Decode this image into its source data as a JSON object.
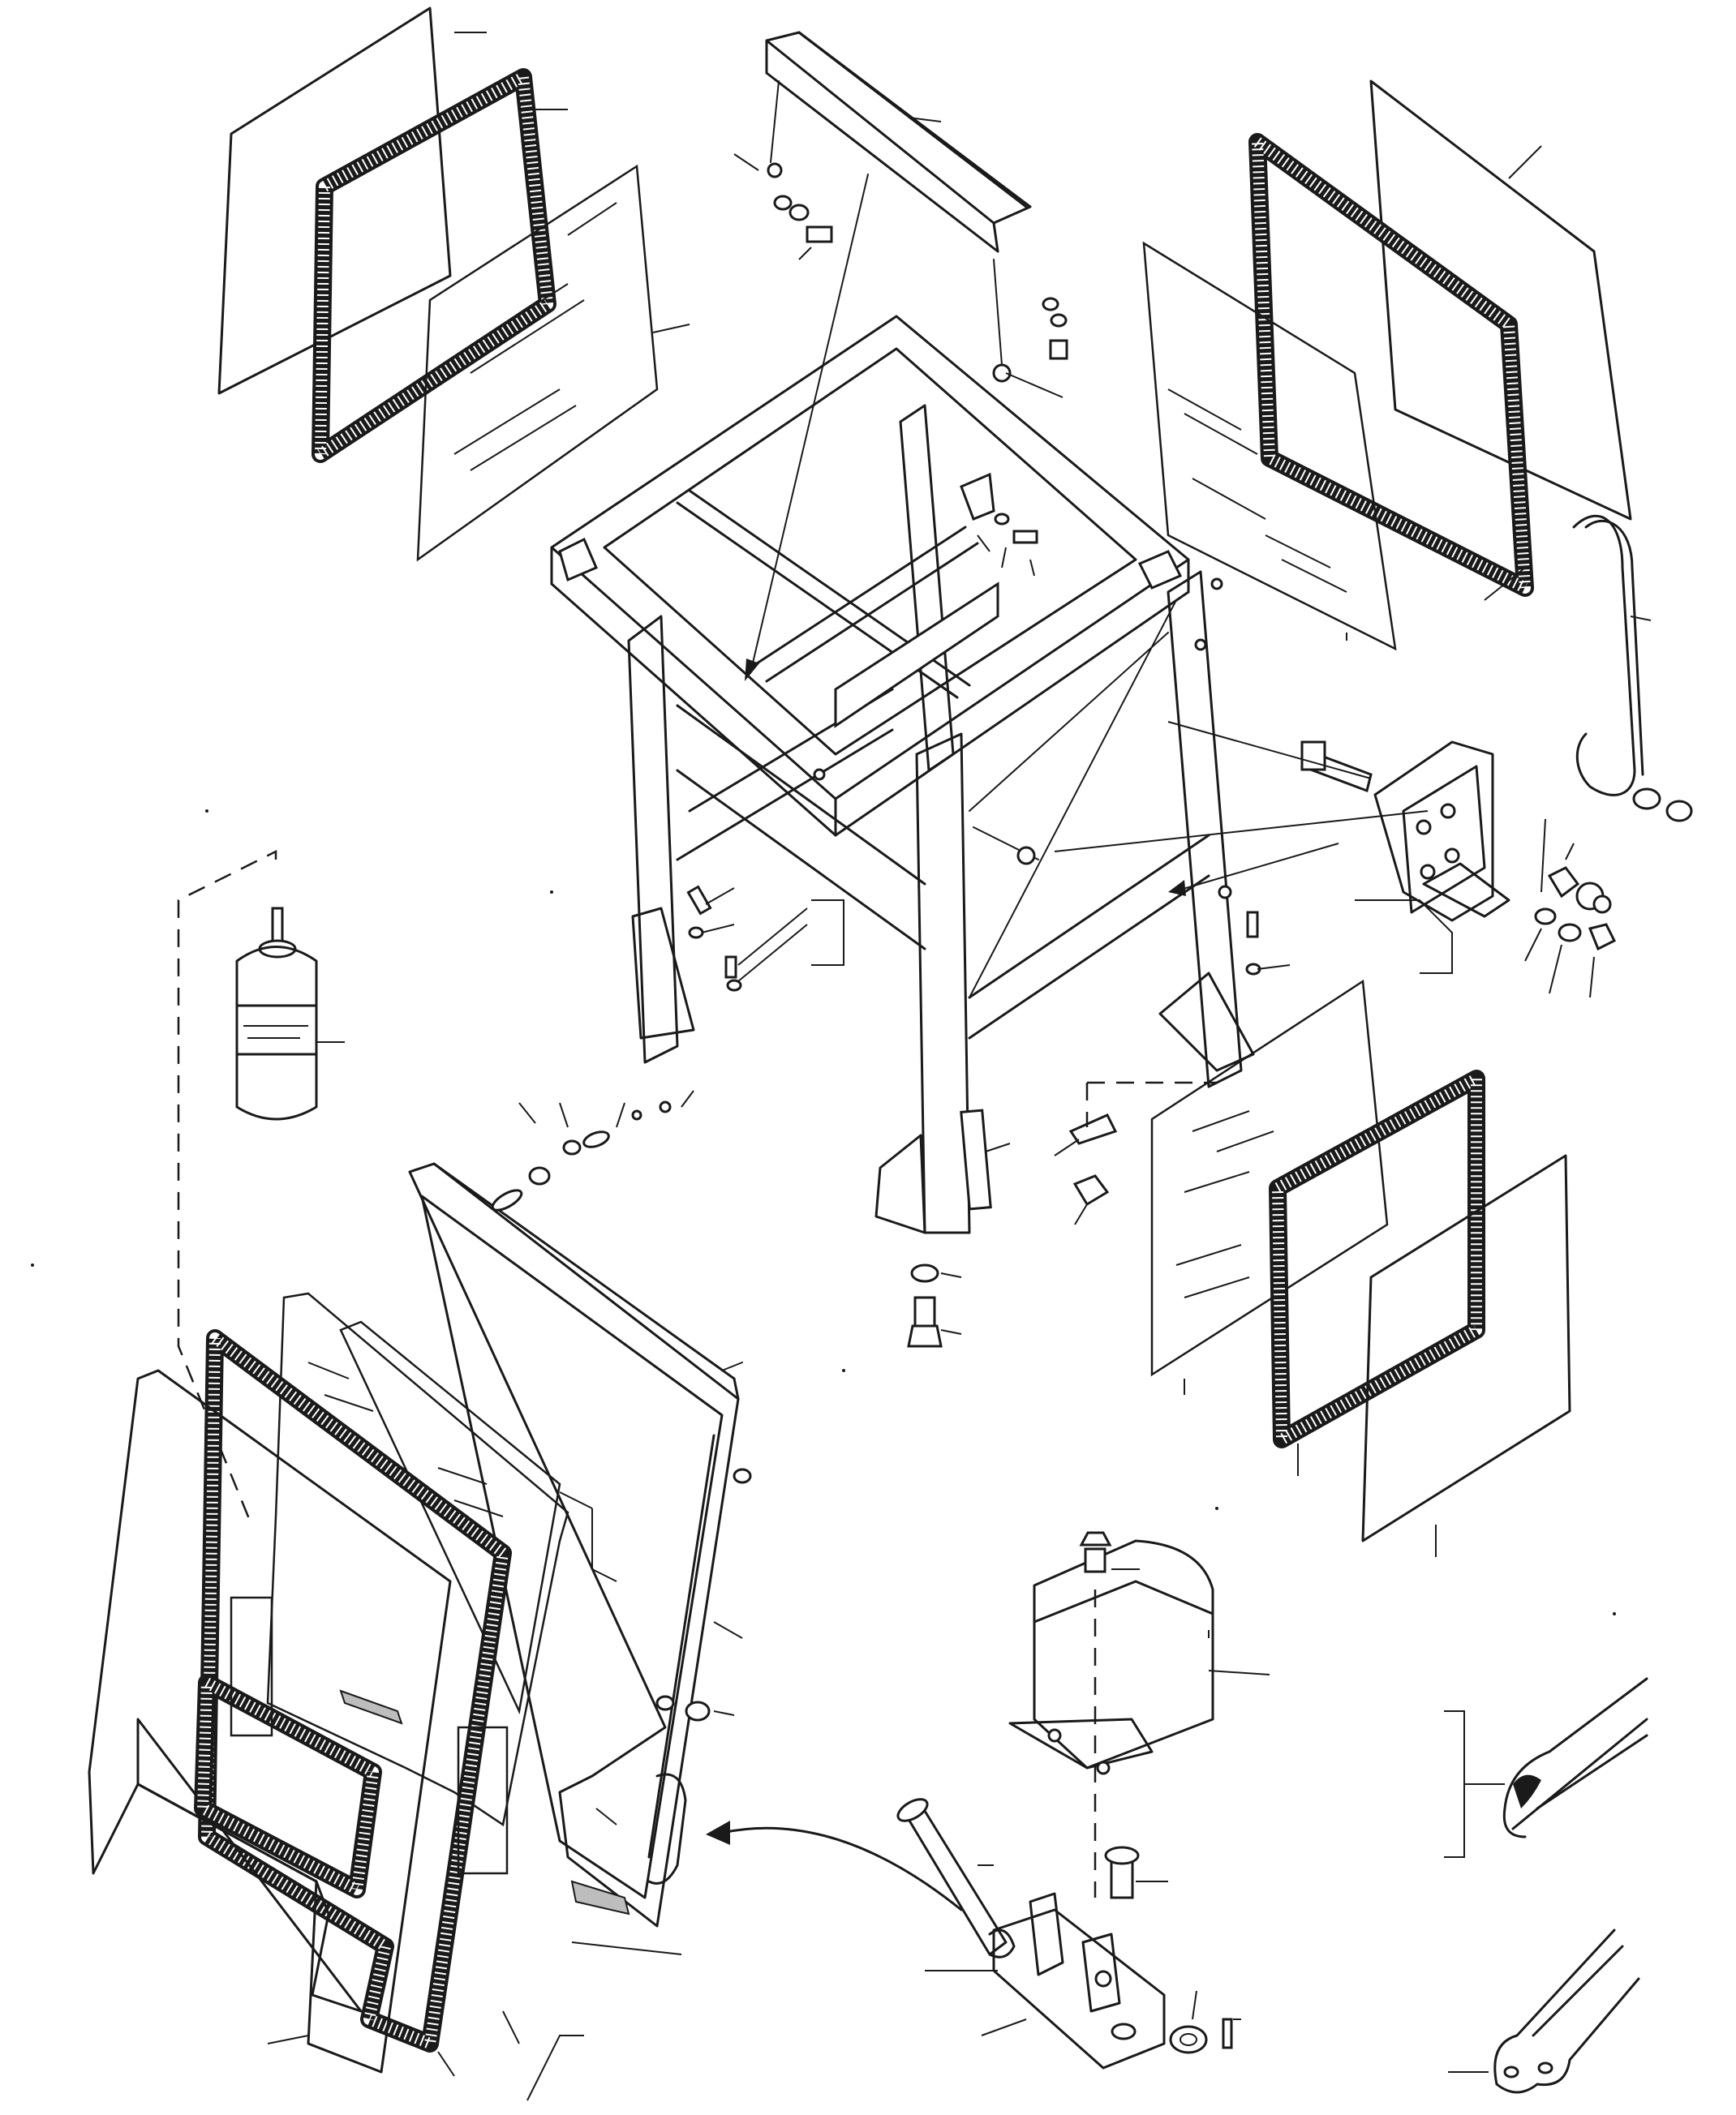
{
  "diagram": {
    "kind": "exploded-parts-view",
    "labels": []
  },
  "parts": {
    "frame": "cab-rops-frame",
    "front_windows": [
      "outer-seal-frame",
      "dotted-gasket",
      "glass-pane"
    ],
    "rear_windows": [
      "outer-seal-frame",
      "dotted-gasket",
      "glass-pane"
    ],
    "side_windows": [
      "glass-pane",
      "dotted-gasket",
      "outer-seal-frame"
    ],
    "door": [
      "door-frame",
      "glass-pane",
      "gasket",
      "outer-seal"
    ],
    "top_beam": "header-beam",
    "hinge": [
      "hinge-bracket",
      "hinge-pin",
      "hinge-block"
    ],
    "misc": [
      "gas-strut-canister",
      "bolts",
      "washers",
      "nuts",
      "seal-profiles"
    ]
  }
}
